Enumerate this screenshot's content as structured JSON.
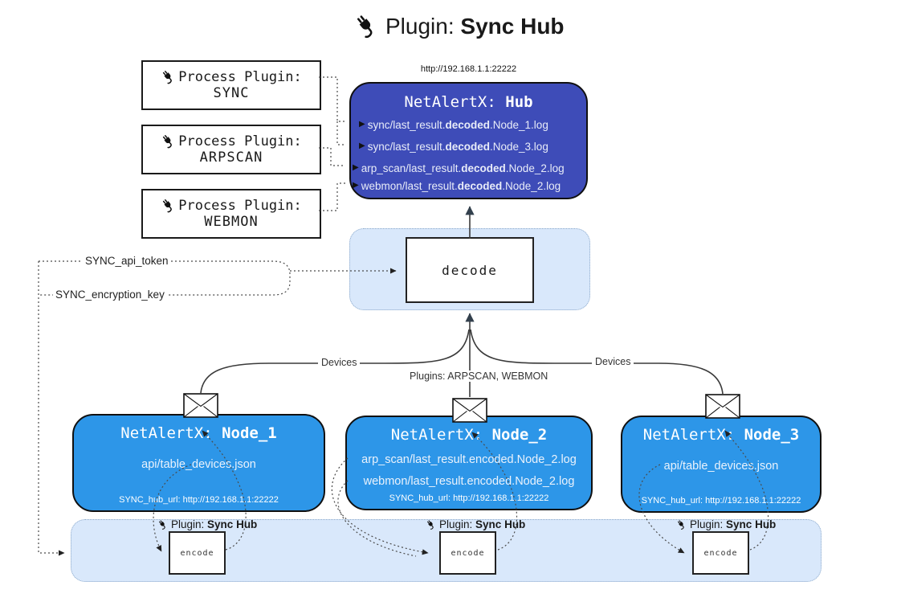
{
  "colors": {
    "hub_fill": "#3E4CB8",
    "node_fill": "#2D96E8",
    "panel_fill": "#D9E8FB",
    "panel_border": "#8BA8C9"
  },
  "icons": {
    "log_arrow": "▶"
  },
  "title": {
    "prefix": "Plugin:",
    "bold": "Sync Hub"
  },
  "process_plugins": {
    "label": "Process Plugin:",
    "items": [
      "SYNC",
      "ARPSCAN",
      "WEBMON"
    ]
  },
  "hub": {
    "url": "http://192.168.1.1:22222",
    "name_prefix": "NetAlertX:",
    "name_bold": "Hub",
    "logs": [
      {
        "pre": "sync/last_result.",
        "bold": "decoded",
        "post": ".Node_1.log"
      },
      {
        "pre": "sync/last_result.",
        "bold": "decoded",
        "post": ".Node_3.log"
      },
      {
        "pre": "arp_scan/last_result.",
        "bold": "decoded",
        "post": ".Node_2.log"
      },
      {
        "pre": "webmon/last_result.",
        "bold": "decoded",
        "post": ".Node_2.log"
      }
    ]
  },
  "decode_panel": {
    "label": "decode"
  },
  "tokens": {
    "api_token": "SYNC_api_token",
    "encryption_key": "SYNC_encryption_key"
  },
  "edge_labels": {
    "devices_left": "Devices",
    "plugins_center": "Plugins: ARPSCAN, WEBMON",
    "devices_right": "Devices"
  },
  "nodes": [
    {
      "name_prefix": "NetAlertX:",
      "name_bold": "Node_1",
      "files": [
        "api/table_devices.json"
      ],
      "hub_url": "SYNC_hub_url: http://192.168.1.1:22222"
    },
    {
      "name_prefix": "NetAlertX:",
      "name_bold": "Node_2",
      "files": [
        "arp_scan/last_result.encoded.Node_2.log",
        "webmon/last_result.encoded.Node_2.log"
      ],
      "hub_url": "SYNC_hub_url: http://192.168.1.1:22222"
    },
    {
      "name_prefix": "NetAlertX:",
      "name_bold": "Node_3",
      "files": [
        "api/table_devices.json"
      ],
      "hub_url": "SYNC_hub_url: http://192.168.1.1:22222"
    }
  ],
  "encoders": {
    "plugin_prefix": "Plugin:",
    "plugin_bold": "Sync Hub",
    "label": "encode"
  }
}
